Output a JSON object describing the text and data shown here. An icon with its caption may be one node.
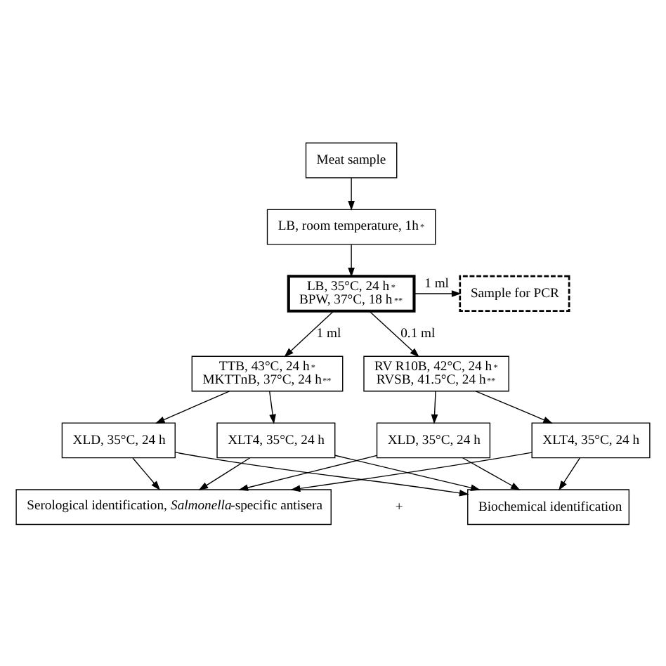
{
  "diagram": {
    "nodes": [
      {
        "text": [
          "Meat sample"
        ]
      },
      {
        "text": [
          "LB, room temperature, 1h$^{*}$"
        ]
      },
      {
        "text": [
          "LB, 35°C, 24 h$^{*}$",
          "BPW, 37°C, 18 h$^{**}$"
        ]
      },
      {
        "text": [
          "Sample for PCR"
        ]
      },
      {
        "text": [
          "TTB, 43°C, 24 h$^{*}$",
          "MKTTnB, 37°C, 24 h$^{**}$"
        ]
      },
      {
        "text": [
          "RV R10B, 42°C, 24 h$^{*}$",
          "RVSB, 41.5°C, 24 h$^{**}$"
        ]
      },
      {
        "text": [
          "XLD, 35°C, 24 h"
        ]
      },
      {
        "text": [
          "XLT4, 35°C, 24 h"
        ]
      },
      {
        "text": [
          "XLD, 35°C, 24 h"
        ]
      },
      {
        "text": [
          "XLT4, 35°C, 24 h"
        ]
      },
      {
        "text": [
          "Serological identification, *Salmonella*-specific antisera"
        ]
      },
      {
        "text": [
          "Biochemical identification"
        ]
      }
    ],
    "edges": [
      {
        "from": 0,
        "to": 1,
        "arrow": "to"
      },
      {
        "from": 1,
        "to": 2,
        "arrow": "to"
      },
      {
        "from": 2,
        "to": 3,
        "arrow": "to",
        "label": "1 ml"
      },
      {
        "from": 2,
        "to": 4,
        "arrow": "to",
        "label": "1 ml"
      },
      {
        "from": 2,
        "to": 5,
        "arrow": "to",
        "label": "0.1 ml"
      },
      {
        "from": 4,
        "to": 6,
        "arrow": "to"
      },
      {
        "from": 4,
        "to": 7,
        "arrow": "to"
      },
      {
        "from": 5,
        "to": 8,
        "arrow": "to"
      },
      {
        "from": 5,
        "to": 9,
        "arrow": "to"
      },
      {
        "from": 6,
        "to": 10,
        "arrow": "to"
      },
      {
        "from": 7,
        "to": 10,
        "arrow": "to"
      },
      {
        "from": 8,
        "to": 10,
        "arrow": "to"
      },
      {
        "from": 9,
        "to": 10,
        "arrow": "to"
      },
      {
        "from": 6,
        "to": 11,
        "arrow": "to"
      },
      {
        "from": 7,
        "to": 11,
        "arrow": "to"
      },
      {
        "from": 8,
        "to": 11,
        "arrow": "to"
      },
      {
        "from": 9,
        "to": 11,
        "arrow": "to"
      }
    ],
    "labels": [
      "+"
    ]
  }
}
